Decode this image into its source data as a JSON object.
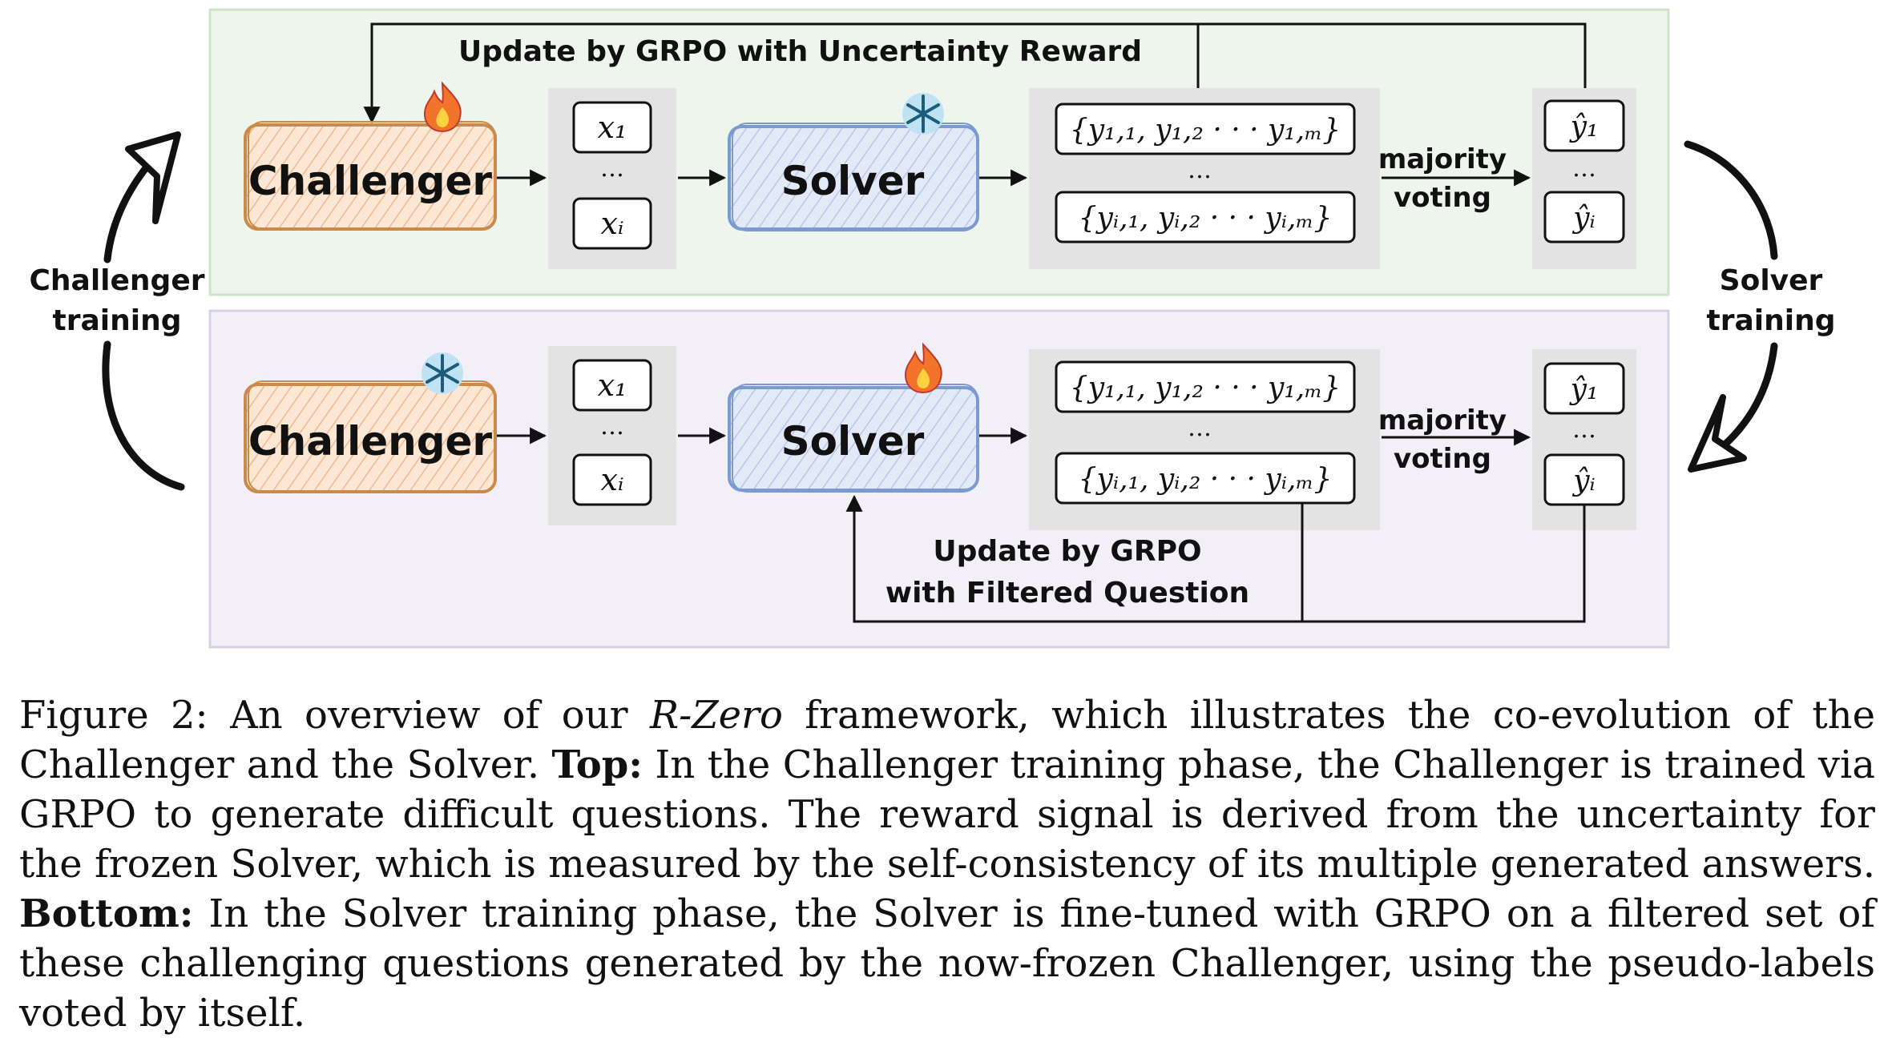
{
  "diagram": {
    "top_panel": {
      "update_label": "Update by GRPO with Uncertainty Reward",
      "challenger_label": "Challenger",
      "challenger_state_icon": "fire-icon",
      "solver_label": "Solver",
      "solver_state_icon": "snowflake-icon",
      "questions": [
        "x₁",
        "…",
        "xᵢ"
      ],
      "answer_sets": [
        "{y₁,₁, y₁,₂ · · · y₁,ₘ}",
        "…",
        "{yᵢ,₁, yᵢ,₂ · · · yᵢ,ₘ}"
      ],
      "vote_label_1": "majority",
      "vote_label_2": "voting",
      "pseudo_labels": [
        "ŷ₁",
        "…",
        "ŷᵢ"
      ],
      "colors": {
        "background": "#eef5ec",
        "border": "#cfe3c9"
      }
    },
    "bottom_panel": {
      "update_label_1": "Update by GRPO",
      "update_label_2": "with Filtered Question",
      "challenger_label": "Challenger",
      "challenger_state_icon": "snowflake-icon",
      "solver_label": "Solver",
      "solver_state_icon": "fire-icon",
      "questions": [
        "x₁",
        "…",
        "xᵢ"
      ],
      "answer_sets": [
        "{y₁,₁, y₁,₂ · · · y₁,ₘ}",
        "…",
        "{yᵢ,₁, yᵢ,₂ · · · yᵢ,ₘ}"
      ],
      "vote_label_1": "majority",
      "vote_label_2": "voting",
      "pseudo_labels": [
        "ŷ₁",
        "…",
        "ŷᵢ"
      ],
      "colors": {
        "background": "#f2eff7",
        "border": "#d8d1e6"
      }
    },
    "left_cycle_label_1": "Challenger",
    "left_cycle_label_2": "training",
    "right_cycle_label_1": "Solver",
    "right_cycle_label_2": "training",
    "colors": {
      "challenger_fill": "#fbe3cc",
      "challenger_stroke": "#c98a4a",
      "solver_fill": "#dde6f5",
      "solver_stroke": "#7b9bd0",
      "grey_box": "#e3e3e3"
    }
  },
  "caption": {
    "figure_label": "Figure 2:",
    "part1": " An overview of our ",
    "framework_name": "R-Zero",
    "part2": " framework, which illustrates the co-evolution of the Challenger and the Solver. ",
    "top_label": "Top:",
    "top_text": " In the Challenger training phase, the Challenger is trained via GRPO to generate difficult questions. The reward signal is derived from the uncertainty for the frozen Solver, which is measured by the self-consistency of its multiple generated answers. ",
    "bottom_label": "Bottom:",
    "bottom_text": " In the Solver training phase, the Solver is fine-tuned with GRPO on a filtered set of these challenging questions generated by the now-frozen Challenger, using the pseudo-labels voted by itself."
  }
}
